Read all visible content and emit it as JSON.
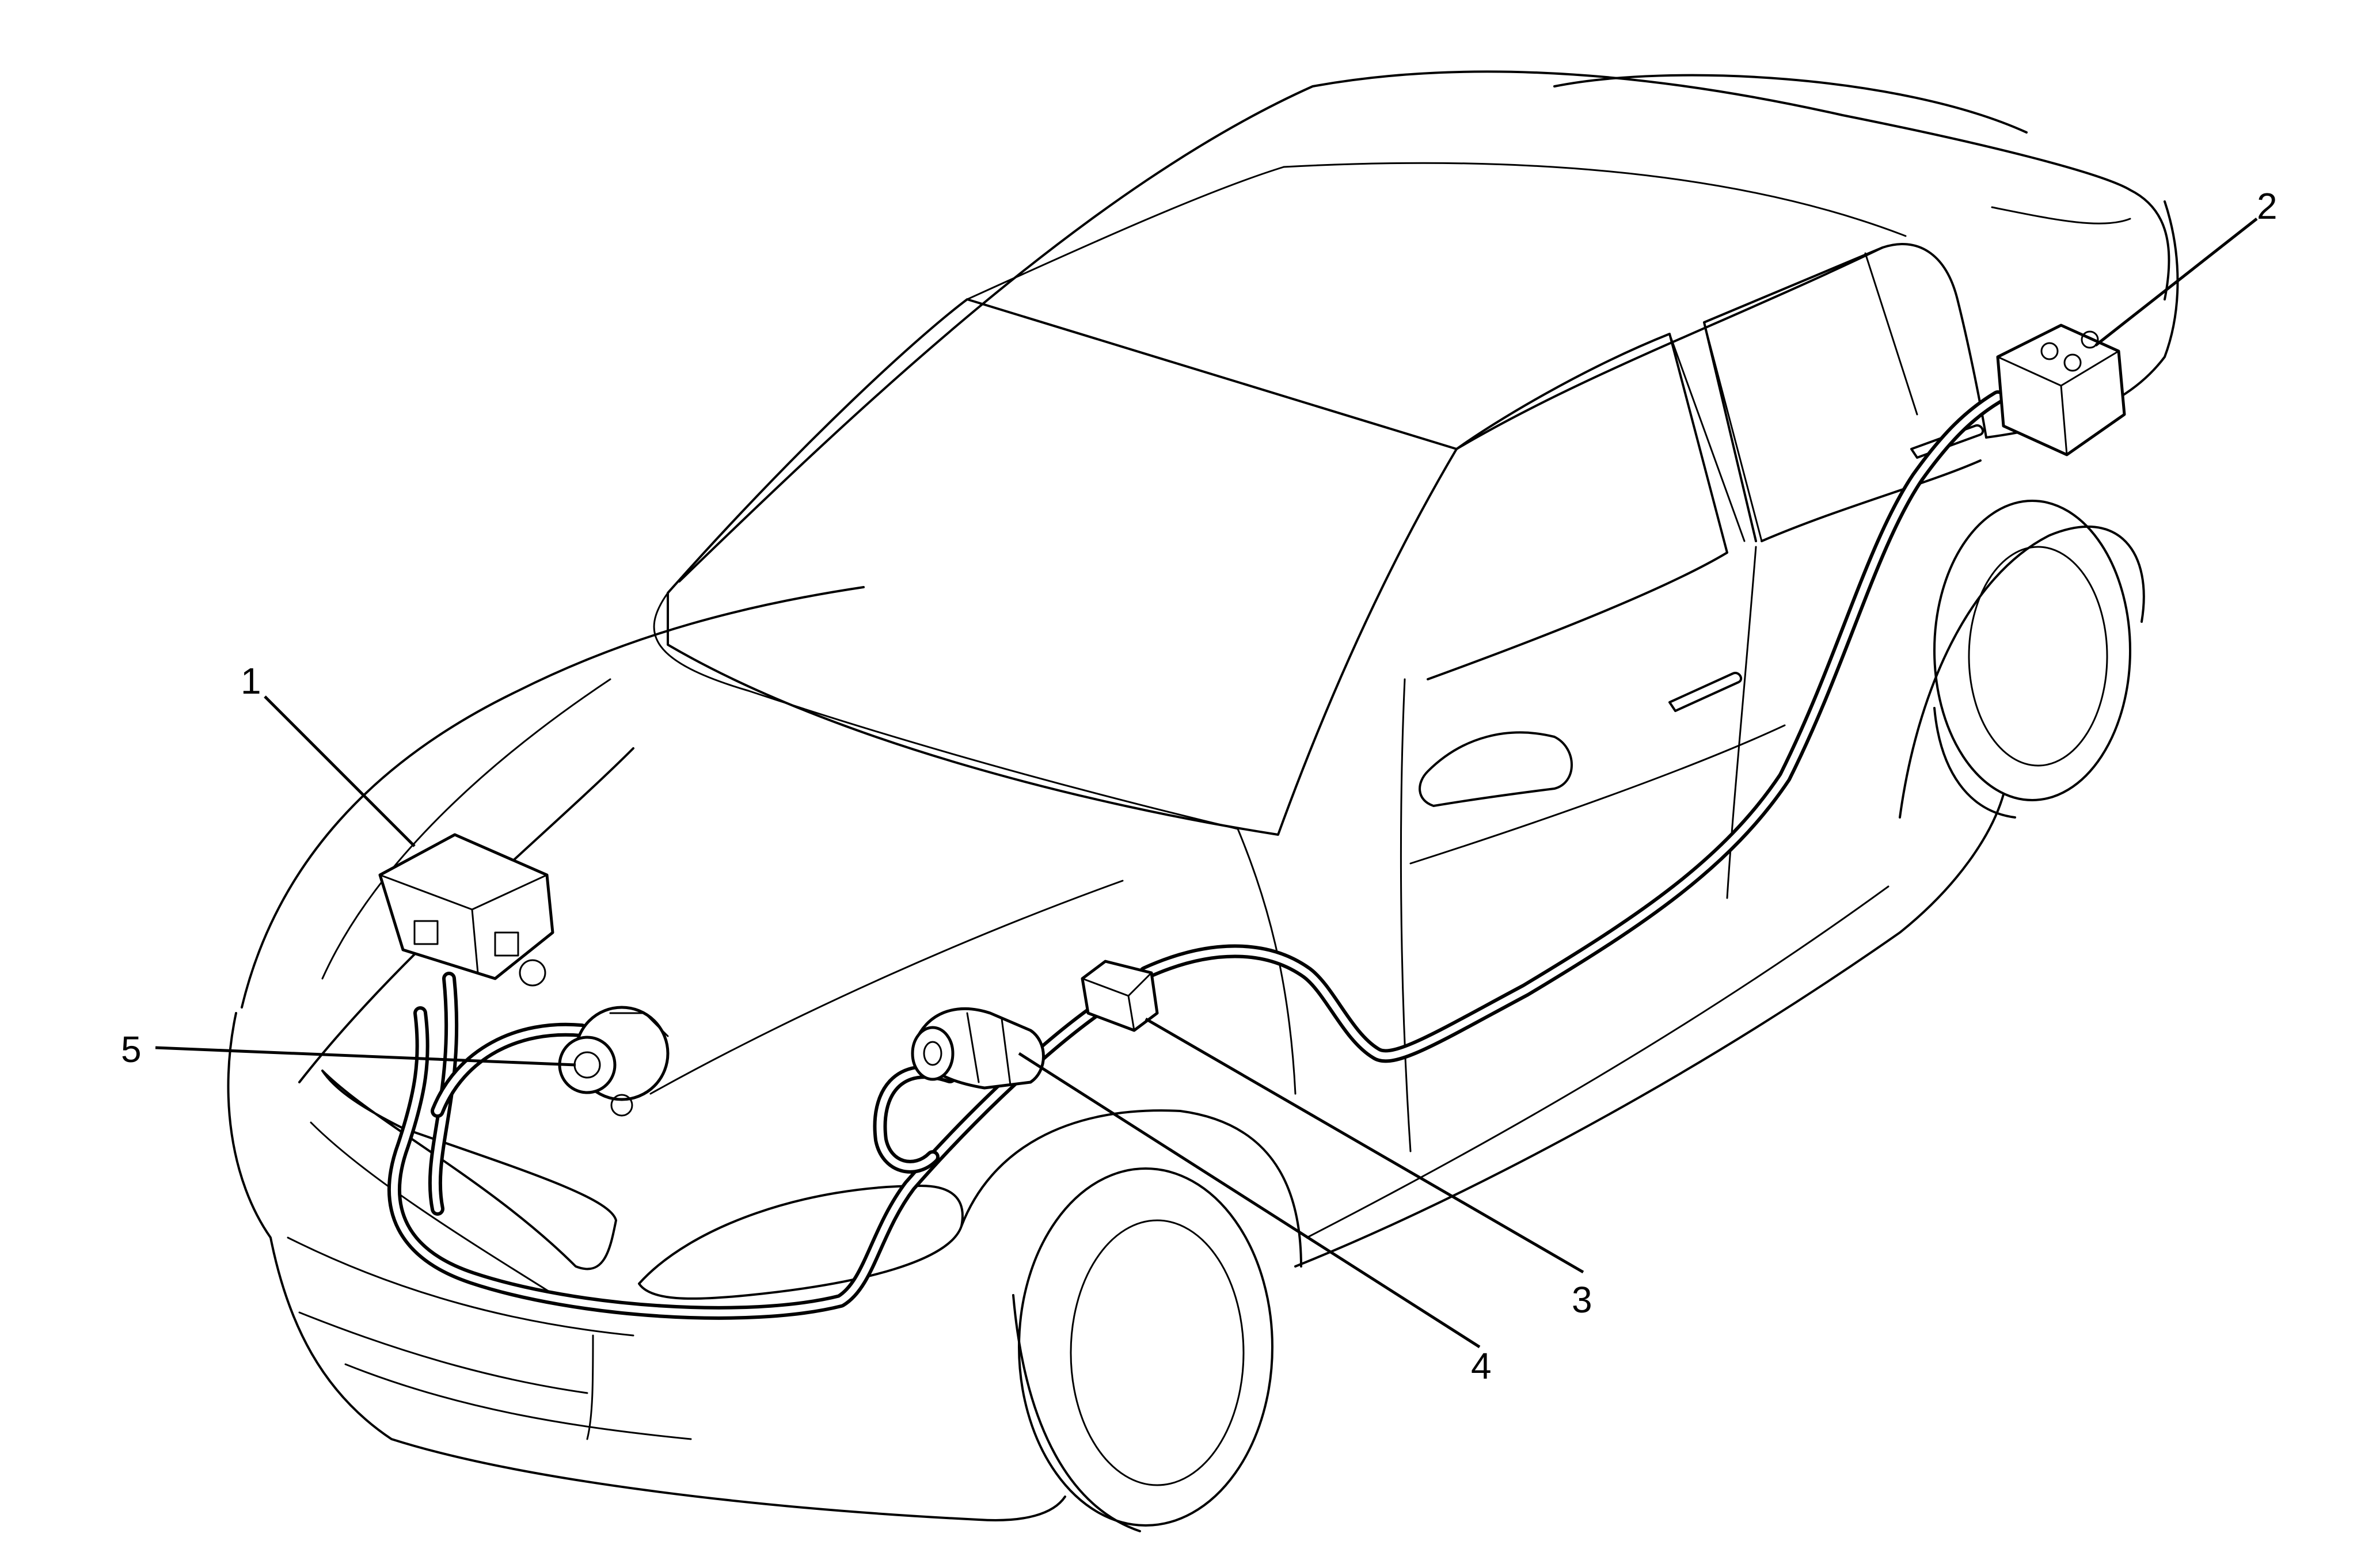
{
  "callouts": [
    {
      "id": "1",
      "label": "1",
      "part": "underhood-fuse-block"
    },
    {
      "id": "2",
      "label": "2",
      "part": "battery"
    },
    {
      "id": "3",
      "label": "3",
      "part": "fusible-link-block"
    },
    {
      "id": "4",
      "label": "4",
      "part": "starter-motor"
    },
    {
      "id": "5",
      "label": "5",
      "part": "generator"
    }
  ]
}
